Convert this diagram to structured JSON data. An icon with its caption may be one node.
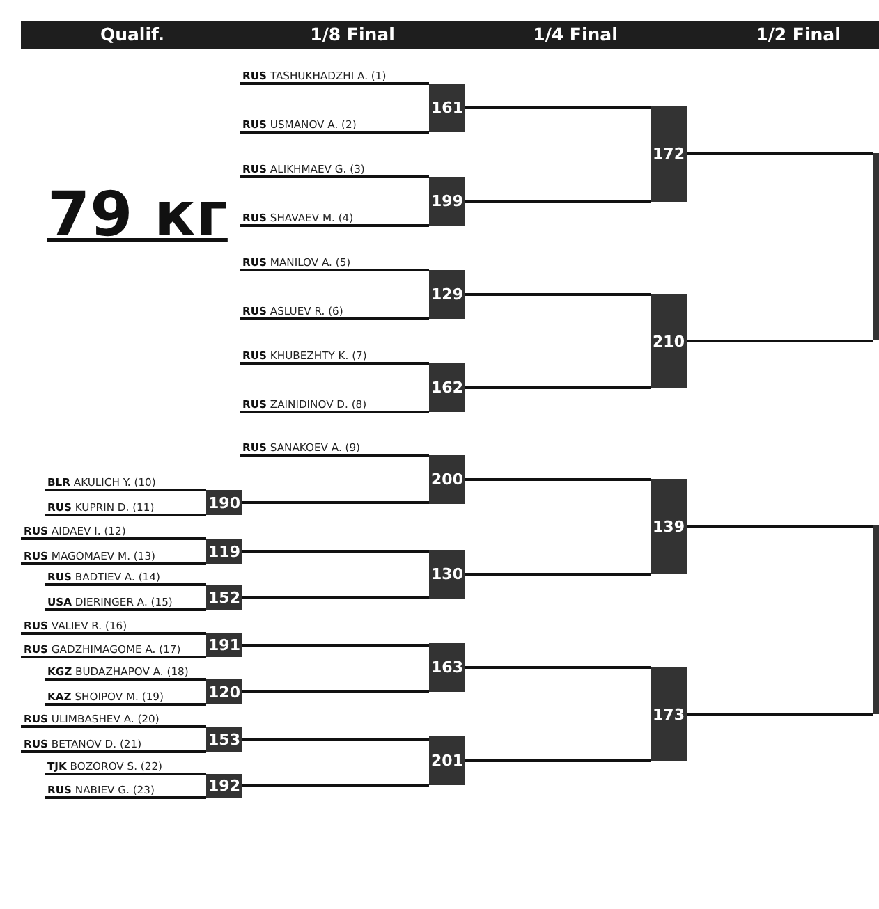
{
  "diagram": {
    "title": "79 кг",
    "labels": [
      "Qualif.",
      "1/8 Final",
      "1/4 Final",
      "1/2 Final"
    ],
    "nodes": [
      {
        "text": [
          "**RUS** TASHUKHADZHI A. (1)"
        ]
      },
      {
        "text": [
          "**RUS** USMANOV A. (2)"
        ]
      },
      {
        "text": [
          "**RUS** ALIKHMAEV G. (3)"
        ]
      },
      {
        "text": [
          "**RUS** SHAVAEV M. (4)"
        ]
      },
      {
        "text": [
          "**RUS** MANILOV A. (5)"
        ]
      },
      {
        "text": [
          "**RUS** ASLUEV R. (6)"
        ]
      },
      {
        "text": [
          "**RUS** KHUBEZHTY K. (7)"
        ]
      },
      {
        "text": [
          "**RUS** ZAINIDINOV D. (8)"
        ]
      },
      {
        "text": [
          "**RUS** SANAKOEV A. (9)"
        ]
      },
      {
        "text": [
          "**BLR** AKULICH Y. (10)"
        ]
      },
      {
        "text": [
          "**RUS** KUPRIN D. (11)"
        ]
      },
      {
        "text": [
          "**RUS** AIDAEV I. (12)"
        ]
      },
      {
        "text": [
          "**RUS** MAGOMAEV M. (13)"
        ]
      },
      {
        "text": [
          "**RUS** BADTIEV A. (14)"
        ]
      },
      {
        "text": [
          "**USA** DIERINGER A. (15)"
        ]
      },
      {
        "text": [
          "**RUS** VALIEV R. (16)"
        ]
      },
      {
        "text": [
          "**RUS** GADZHIMAGOME A. (17)"
        ]
      },
      {
        "text": [
          "**KGZ** BUDAZHAPOV A. (18)"
        ]
      },
      {
        "text": [
          "**KAZ** SHOIPOV M. (19)"
        ]
      },
      {
        "text": [
          "**RUS** ULIMBASHEV A. (20)"
        ]
      },
      {
        "text": [
          "**RUS** BETANOV D. (21)"
        ]
      },
      {
        "text": [
          "**TJK** BOZOROV S. (22)"
        ]
      },
      {
        "text": [
          "**RUS** NABIEV G. (23)"
        ]
      },
      {
        "text": [
          "190"
        ]
      },
      {
        "text": [
          "119"
        ]
      },
      {
        "text": [
          "152"
        ]
      },
      {
        "text": [
          "191"
        ]
      },
      {
        "text": [
          "120"
        ]
      },
      {
        "text": [
          "153"
        ]
      },
      {
        "text": [
          "192"
        ]
      },
      {
        "text": [
          "161"
        ]
      },
      {
        "text": [
          "199"
        ]
      },
      {
        "text": [
          "129"
        ]
      },
      {
        "text": [
          "162"
        ]
      },
      {
        "text": [
          "200"
        ]
      },
      {
        "text": [
          "130"
        ]
      },
      {
        "text": [
          "163"
        ]
      },
      {
        "text": [
          "201"
        ]
      },
      {
        "text": [
          "172"
        ]
      },
      {
        "text": [
          "210"
        ]
      },
      {
        "text": [
          "139"
        ]
      },
      {
        "text": [
          "173"
        ]
      },
      {
        "text": [],
        "shape": "box"
      },
      {
        "text": [],
        "shape": "box"
      }
    ],
    "edges": [
      {
        "from": 0,
        "to": 30,
        "arrow": "none"
      },
      {
        "from": 1,
        "to": 30,
        "arrow": "none"
      },
      {
        "from": 2,
        "to": 31,
        "arrow": "none"
      },
      {
        "from": 3,
        "to": 31,
        "arrow": "none"
      },
      {
        "from": 4,
        "to": 32,
        "arrow": "none"
      },
      {
        "from": 5,
        "to": 32,
        "arrow": "none"
      },
      {
        "from": 6,
        "to": 33,
        "arrow": "none"
      },
      {
        "from": 7,
        "to": 33,
        "arrow": "none"
      },
      {
        "from": 8,
        "to": 34,
        "arrow": "none"
      },
      {
        "from": 9,
        "to": 23,
        "arrow": "none"
      },
      {
        "from": 10,
        "to": 23,
        "arrow": "none"
      },
      {
        "from": 11,
        "to": 24,
        "arrow": "none"
      },
      {
        "from": 12,
        "to": 24,
        "arrow": "none"
      },
      {
        "from": 13,
        "to": 25,
        "arrow": "none"
      },
      {
        "from": 14,
        "to": 25,
        "arrow": "none"
      },
      {
        "from": 15,
        "to": 26,
        "arrow": "none"
      },
      {
        "from": 16,
        "to": 26,
        "arrow": "none"
      },
      {
        "from": 17,
        "to": 27,
        "arrow": "none"
      },
      {
        "from": 18,
        "to": 27,
        "arrow": "none"
      },
      {
        "from": 19,
        "to": 28,
        "arrow": "none"
      },
      {
        "from": 20,
        "to": 28,
        "arrow": "none"
      },
      {
        "from": 21,
        "to": 29,
        "arrow": "none"
      },
      {
        "from": 22,
        "to": 29,
        "arrow": "none"
      },
      {
        "from": 23,
        "to": 34,
        "arrow": "none"
      },
      {
        "from": 24,
        "to": 35,
        "arrow": "none"
      },
      {
        "from": 25,
        "to": 35,
        "arrow": "none"
      },
      {
        "from": 26,
        "to": 36,
        "arrow": "none"
      },
      {
        "from": 27,
        "to": 36,
        "arrow": "none"
      },
      {
        "from": 28,
        "to": 37,
        "arrow": "none"
      },
      {
        "from": 29,
        "to": 37,
        "arrow": "none"
      },
      {
        "from": 30,
        "to": 38,
        "arrow": "none"
      },
      {
        "from": 31,
        "to": 38,
        "arrow": "none"
      },
      {
        "from": 32,
        "to": 39,
        "arrow": "none"
      },
      {
        "from": 33,
        "to": 39,
        "arrow": "none"
      },
      {
        "from": 34,
        "to": 40,
        "arrow": "none"
      },
      {
        "from": 35,
        "to": 40,
        "arrow": "none"
      },
      {
        "from": 36,
        "to": 41,
        "arrow": "none"
      },
      {
        "from": 37,
        "to": 41,
        "arrow": "none"
      },
      {
        "from": 38,
        "to": 42,
        "arrow": "none"
      },
      {
        "from": 39,
        "to": 42,
        "arrow": "none"
      },
      {
        "from": 40,
        "to": 43,
        "arrow": "none"
      },
      {
        "from": 41,
        "to": 43,
        "arrow": "none"
      }
    ]
  }
}
